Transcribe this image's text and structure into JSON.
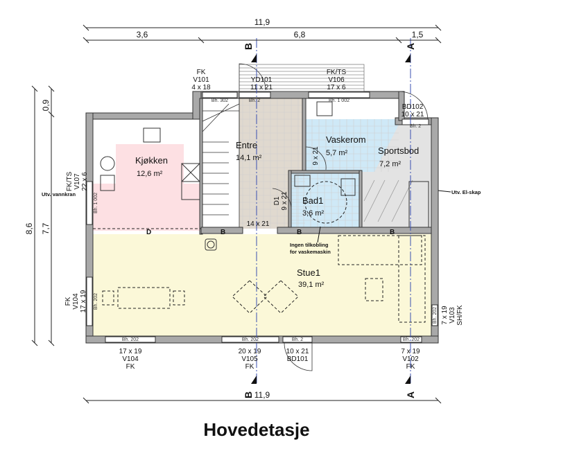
{
  "title": "Hovedetasje",
  "dimensions": {
    "total_width_top": "11,9",
    "segments_top": [
      "3,6",
      "6,8",
      "1,5"
    ],
    "total_width_bottom": "11,9",
    "total_depth": "8,6",
    "depth_segments": [
      "0,9",
      "7,7"
    ]
  },
  "sections": {
    "a": "A",
    "b": "B"
  },
  "colors": {
    "kitchen": "#fde0e3",
    "entry": "#e0d9cf",
    "laundry": "#cfe9f7",
    "storage": "#e3e3e3",
    "living": "#fbf8d8",
    "section_line": "#3a4fb0"
  },
  "rooms": [
    {
      "name": "Kjøkken",
      "area": "12,6 m²"
    },
    {
      "name": "Entre",
      "area": "14,1 m²"
    },
    {
      "name": "Vaskerom",
      "area": "5,7 m²"
    },
    {
      "name": "Sportsbod",
      "area": "7,2 m²"
    },
    {
      "name": "Bad1",
      "area": "3,6 m²"
    },
    {
      "name": "Stue1",
      "area": "39,1 m²"
    }
  ],
  "openings": {
    "v101": [
      "FK",
      "V101",
      "4 x 18"
    ],
    "yd101": [
      "YD101",
      "11 x 21"
    ],
    "v106": [
      "FK/TS",
      "V106",
      "17 x 6"
    ],
    "bd102": [
      "BD102",
      "10 x 21"
    ],
    "v107": [
      "FK/TS",
      "V107",
      "22 x 6"
    ],
    "v104": [
      "FK",
      "V104",
      "17 x 19"
    ],
    "v104_bottom": [
      "17 x 19",
      "V104",
      "FK"
    ],
    "v105": [
      "20 x 19",
      "V105",
      "FK"
    ],
    "bd101": [
      "10 x 21",
      "BD101"
    ],
    "v102": [
      "7 x 19",
      "V102",
      "FK"
    ],
    "v103": [
      "7 x 19",
      "V103",
      "SH/FK"
    ],
    "d1": [
      "D1",
      "9 x 21"
    ],
    "vaskerom_door": "9 x 21",
    "entre_door": "14 x 21"
  },
  "sill_heights": {
    "bh302": "Bh. 302",
    "bh2": "Bh. 2",
    "bh1002": "Bh. 1 002",
    "bh202": "Bh. 202"
  },
  "markers": {
    "d": "D",
    "b": "B"
  },
  "annotations": {
    "water_tap": "Utv. vannkran",
    "electric_cabinet": "Utv. El-skap",
    "no_washer_line1": "Ingen tilkobling",
    "no_washer_line2": "for vaskemaskin"
  }
}
